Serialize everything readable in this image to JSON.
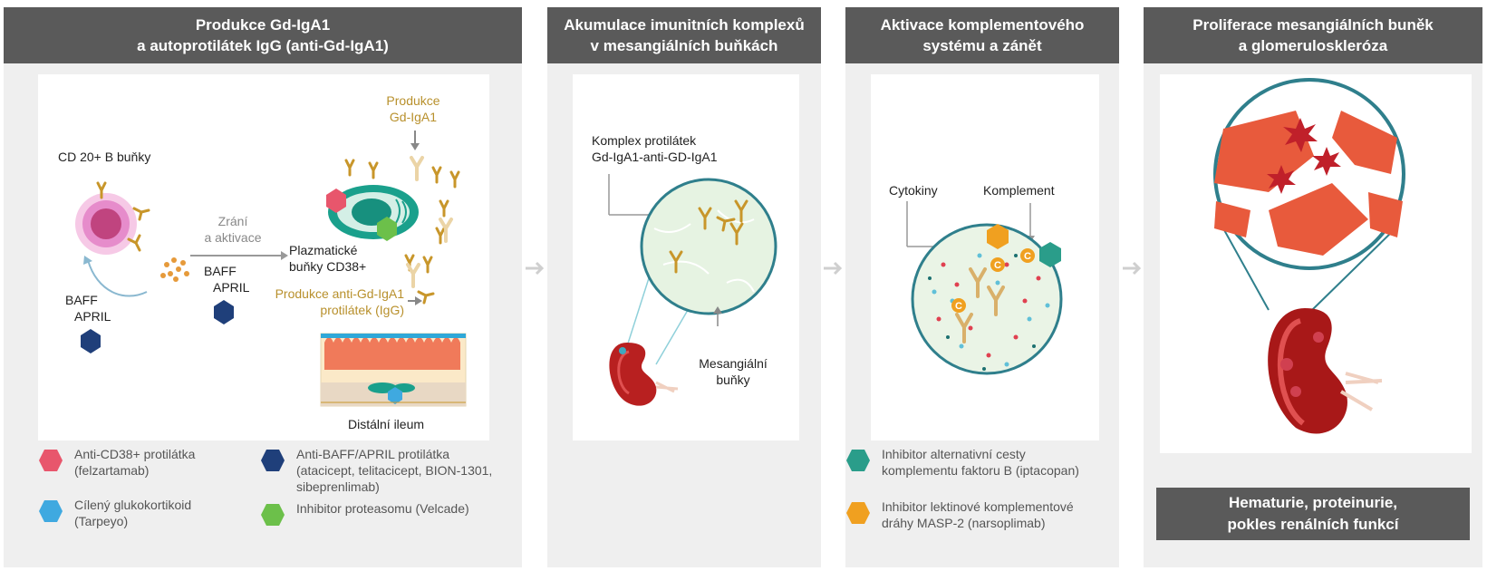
{
  "panels": [
    {
      "header_line1": "Produkce Gd-IgA1",
      "header_line2": "a autoprotilátek IgG (anti-Gd-IgA1)",
      "labels": {
        "cd20": "CD 20+ B buňky",
        "baff1_line1": "BAFF",
        "baff1_line2": "APRIL",
        "zrani_line1": "Zrání",
        "zrani_line2": "a aktivace",
        "baff2_line1": "BAFF",
        "baff2_line2": "APRIL",
        "plasma_line1": "Plazmatické",
        "plasma_line2": "buňky CD38+",
        "prod_gd_line1": "Produkce",
        "prod_gd_line2": "Gd-IgA1",
        "prod_anti_line1": "Produkce anti-Gd-IgA1",
        "prod_anti_line2": "protilátek (IgG)",
        "ileum": "Distální ileum"
      },
      "legend": [
        {
          "color": "#e8566c",
          "icon": "pink-hexagon-icon",
          "line1": "Anti-CD38+ protilátka",
          "line2": "(felzartamab)",
          "line3": ""
        },
        {
          "color": "#1f3f7a",
          "icon": "navy-hexagon-icon",
          "line1": "Anti-BAFF/APRIL protilátka",
          "line2": "(atacicept, telitacicept, BION-1301,",
          "line3": "sibeprenlimab)"
        },
        {
          "color": "#3fa9e0",
          "icon": "blue-hexagon-icon",
          "line1": "Cílený glukokortikoid",
          "line2": "(Tarpeyo)",
          "line3": ""
        },
        {
          "color": "#6cc04a",
          "icon": "green-hexagon-icon",
          "line1": "Inhibitor proteasomu (Velcade)",
          "line2": "",
          "line3": ""
        }
      ]
    },
    {
      "header_line1": "Akumulace imunitních komplexů",
      "header_line2": "v mesangiálních buňkách",
      "labels": {
        "complex_line1": "Komplex protilátek",
        "complex_line2": "Gd-IgA1-anti-GD-IgA1",
        "mes_line1": "Mesangiální",
        "mes_line2": "buňky"
      }
    },
    {
      "header_line1": "Aktivace komplementového",
      "header_line2": "systému a zánět",
      "labels": {
        "cytokiny": "Cytokiny",
        "komplement": "Komplement",
        "c_mark": "C"
      },
      "legend": [
        {
          "color": "#2a9d8a",
          "icon": "teal-hexagon-icon",
          "line1": "Inhibitor alternativní cesty",
          "line2": "komplementu faktoru B (iptacopan)"
        },
        {
          "color": "#f0a020",
          "icon": "orange-hexagon-icon",
          "line1": "Inhibitor lektinové komplementové",
          "line2": "dráhy MASP-2 (narsoplimab)"
        }
      ]
    },
    {
      "header_line1": "Proliferace mesangiálních buněk",
      "header_line2": "a glomeruloskleróza",
      "footer_line1": "Hematurie, proteinurie,",
      "footer_line2": "pokles renálních funkcí"
    }
  ],
  "colors": {
    "header_bg": "#5a5a5a",
    "panel_bg": "#efefef",
    "gold_text": "#b8902c",
    "antibody": "#e0b060"
  }
}
